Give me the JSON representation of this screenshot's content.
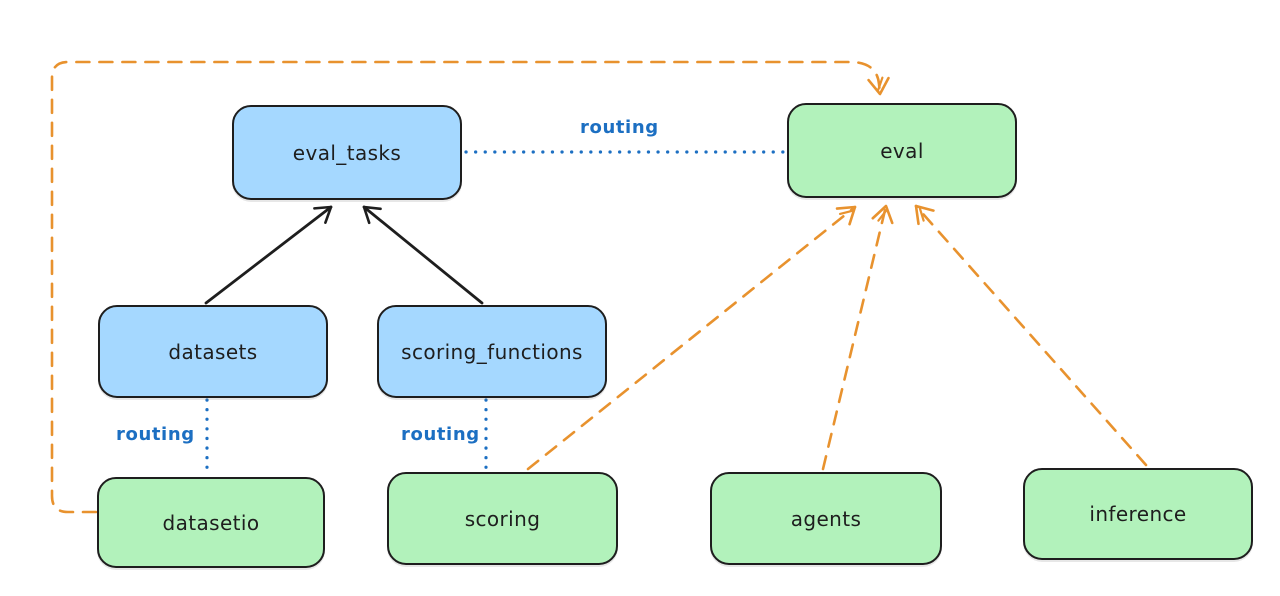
{
  "diagram": {
    "nodes": {
      "eval_tasks": {
        "label": "eval_tasks",
        "fill": "#a5d8ff",
        "kind": "registry"
      },
      "eval": {
        "label": "eval",
        "fill": "#b2f2bb",
        "kind": "api"
      },
      "datasets": {
        "label": "datasets",
        "fill": "#a5d8ff",
        "kind": "registry"
      },
      "scoring_functions": {
        "label": "scoring_functions",
        "fill": "#a5d8ff",
        "kind": "registry"
      },
      "datasetio": {
        "label": "datasetio",
        "fill": "#b2f2bb",
        "kind": "api"
      },
      "scoring": {
        "label": "scoring",
        "fill": "#b2f2bb",
        "kind": "api"
      },
      "agents": {
        "label": "agents",
        "fill": "#b2f2bb",
        "kind": "api"
      },
      "inference": {
        "label": "inference",
        "fill": "#b2f2bb",
        "kind": "api"
      }
    },
    "edges": [
      {
        "from": "datasets",
        "to": "eval_tasks",
        "style": "solid",
        "color": "#1e1e1e",
        "arrow": true
      },
      {
        "from": "scoring_functions",
        "to": "eval_tasks",
        "style": "solid",
        "color": "#1e1e1e",
        "arrow": true
      },
      {
        "from": "eval_tasks",
        "to": "eval",
        "style": "dotted",
        "color": "#1c6fc2",
        "arrow": false,
        "label": "routing"
      },
      {
        "from": "datasets",
        "to": "datasetio",
        "style": "dotted",
        "color": "#1c6fc2",
        "arrow": false,
        "label": "routing"
      },
      {
        "from": "scoring_functions",
        "to": "scoring",
        "style": "dotted",
        "color": "#1c6fc2",
        "arrow": false,
        "label": "routing"
      },
      {
        "from": "datasetio",
        "to": "eval",
        "style": "dashed",
        "color": "#e8922e",
        "arrow": true
      },
      {
        "from": "scoring",
        "to": "eval",
        "style": "dashed",
        "color": "#e8922e",
        "arrow": true
      },
      {
        "from": "agents",
        "to": "eval",
        "style": "dashed",
        "color": "#e8922e",
        "arrow": true
      },
      {
        "from": "inference",
        "to": "eval",
        "style": "dashed",
        "color": "#e8922e",
        "arrow": true
      }
    ],
    "colors": {
      "blue_fill": "#a5d8ff",
      "green_fill": "#b2f2bb",
      "node_stroke": "#1e1e1e",
      "orange_dashed": "#e8922e",
      "routing_blue": "#1c6fc2",
      "background": "#ffffff"
    }
  }
}
